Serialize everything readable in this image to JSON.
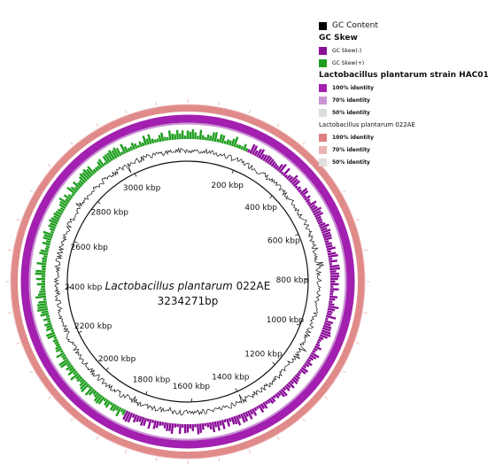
{
  "center": {
    "genome_italic": "Lactobacillus plantarum",
    "genome_suffix": " 022AE",
    "genome_size": "3234271bp"
  },
  "ticks": [
    "200 kbp",
    "400 kbp",
    "600 kbp",
    "800 kbp",
    "1000 kbp",
    "1200 kbp",
    "1400 kbp",
    "1600 kbp",
    "1800 kbp",
    "2000 kbp",
    "2200 kbp",
    "2400 kbp",
    "2600 kbp",
    "2800 kbp",
    "3000 kbp"
  ],
  "genome_length": 3234271,
  "legend": {
    "gc_content": {
      "label": "GC Content",
      "color": "#000000"
    },
    "gc_skew": {
      "heading": "GC Skew",
      "minus": {
        "label": "GC Skew(-)",
        "color": "#8b0f99"
      },
      "plus": {
        "label": "GC Skew(+)",
        "color": "#1f9e1f"
      }
    },
    "strain_hac01": {
      "heading": "Lactobacillus plantarum strain HAC01",
      "items": [
        {
          "label": "100% identity",
          "color": "#a21fb0"
        },
        {
          "label": "70% identity",
          "color": "#c994d3"
        },
        {
          "label": "50% identity",
          "color": "#dcdcdc"
        }
      ]
    },
    "ref_022ae": {
      "heading": "Lactobacillus plantarum 022AE",
      "items": [
        {
          "label": "100% identity",
          "color": "#dc7f7f"
        },
        {
          "label": "70% identity",
          "color": "#ebb4b4"
        },
        {
          "label": "50% identity",
          "color": "#dedede"
        }
      ]
    }
  }
}
